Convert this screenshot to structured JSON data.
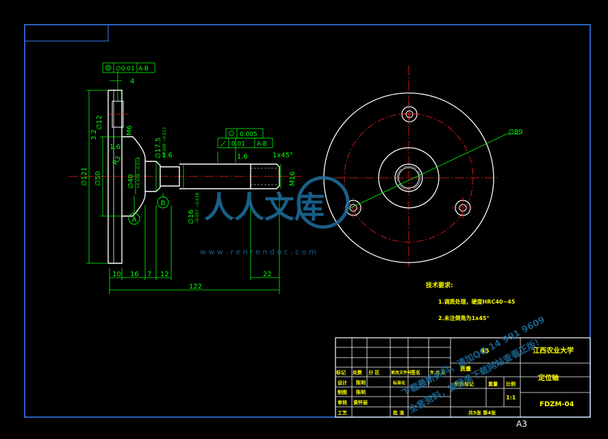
{
  "sheet_size": "A3",
  "colors": {
    "background": "#000000",
    "border": "#3a7fff",
    "geometry": "#ffffff",
    "dimension": "#00ff00",
    "centerline": "#ff2020",
    "note": "#ffff00",
    "watermark": "#1e6fa0"
  },
  "tolerance_frames": {
    "top": {
      "symbol": "concentricity-icon",
      "value": "∅0.01",
      "datum": "A-B"
    },
    "mid_flatness": {
      "symbol": "cylindricity-icon",
      "value": "0.005"
    },
    "mid_runout": {
      "symbol": "runout-icon",
      "value": "0.01",
      "datum": "A-B"
    }
  },
  "dimensions": {
    "d4": "4",
    "d12": "∅12",
    "d32": "3.2",
    "d_m6": "M6",
    "d_r3": "R3",
    "d121": "∅121",
    "d50": "∅50",
    "d40": "∅40",
    "d40_tol": "+0.008 −0.018",
    "d175": "∅17.5",
    "d175_tol": "−0.006 −0.017",
    "d16": "∅16",
    "d16_tol": "−0.007 −0.018",
    "d_m16": "M16",
    "d_1x45": "1x45°",
    "d89": "∅89",
    "rough1": "1.6",
    "rough2": "1.6",
    "rough3": "1.6",
    "h10": "10",
    "h16": "16",
    "h7": "7",
    "h12": "12",
    "h122": "122",
    "h22": "22"
  },
  "datums": {
    "a": "A",
    "b": "B"
  },
  "tech_notes": {
    "title": "技术要求:",
    "line1": "1.调质处理，硬度HRC40~45",
    "line2": "2.未注倒角为1x45°"
  },
  "title_block": {
    "material": "45",
    "school": "江西农业大学",
    "part_name": "定位轴",
    "drawing_no": "FDZM-04",
    "header_cells": [
      "标记",
      "处数",
      "分 区",
      "更改文件号",
      "签名",
      "年 月 日"
    ],
    "roles": [
      "设计",
      "制图",
      "审核",
      "工艺"
    ],
    "names": [
      "陈明",
      "陈明",
      "黄怀丽"
    ],
    "standardized": "标准化",
    "approved": "批 准",
    "stage_mark": "阶段标记",
    "weight": "重量",
    "scale": "比例",
    "scale_value": "1:1",
    "mass_label": "质量",
    "sheets": "共5张  第4张"
  },
  "watermarks": {
    "logo": "人人文库",
    "site": "w w w . r e n r e n d o c . c o m",
    "promo1": "下载最新资料，请加QQ 14 991 9609",
    "promo2": "全套资料，请登录下载网站查看正版！"
  }
}
